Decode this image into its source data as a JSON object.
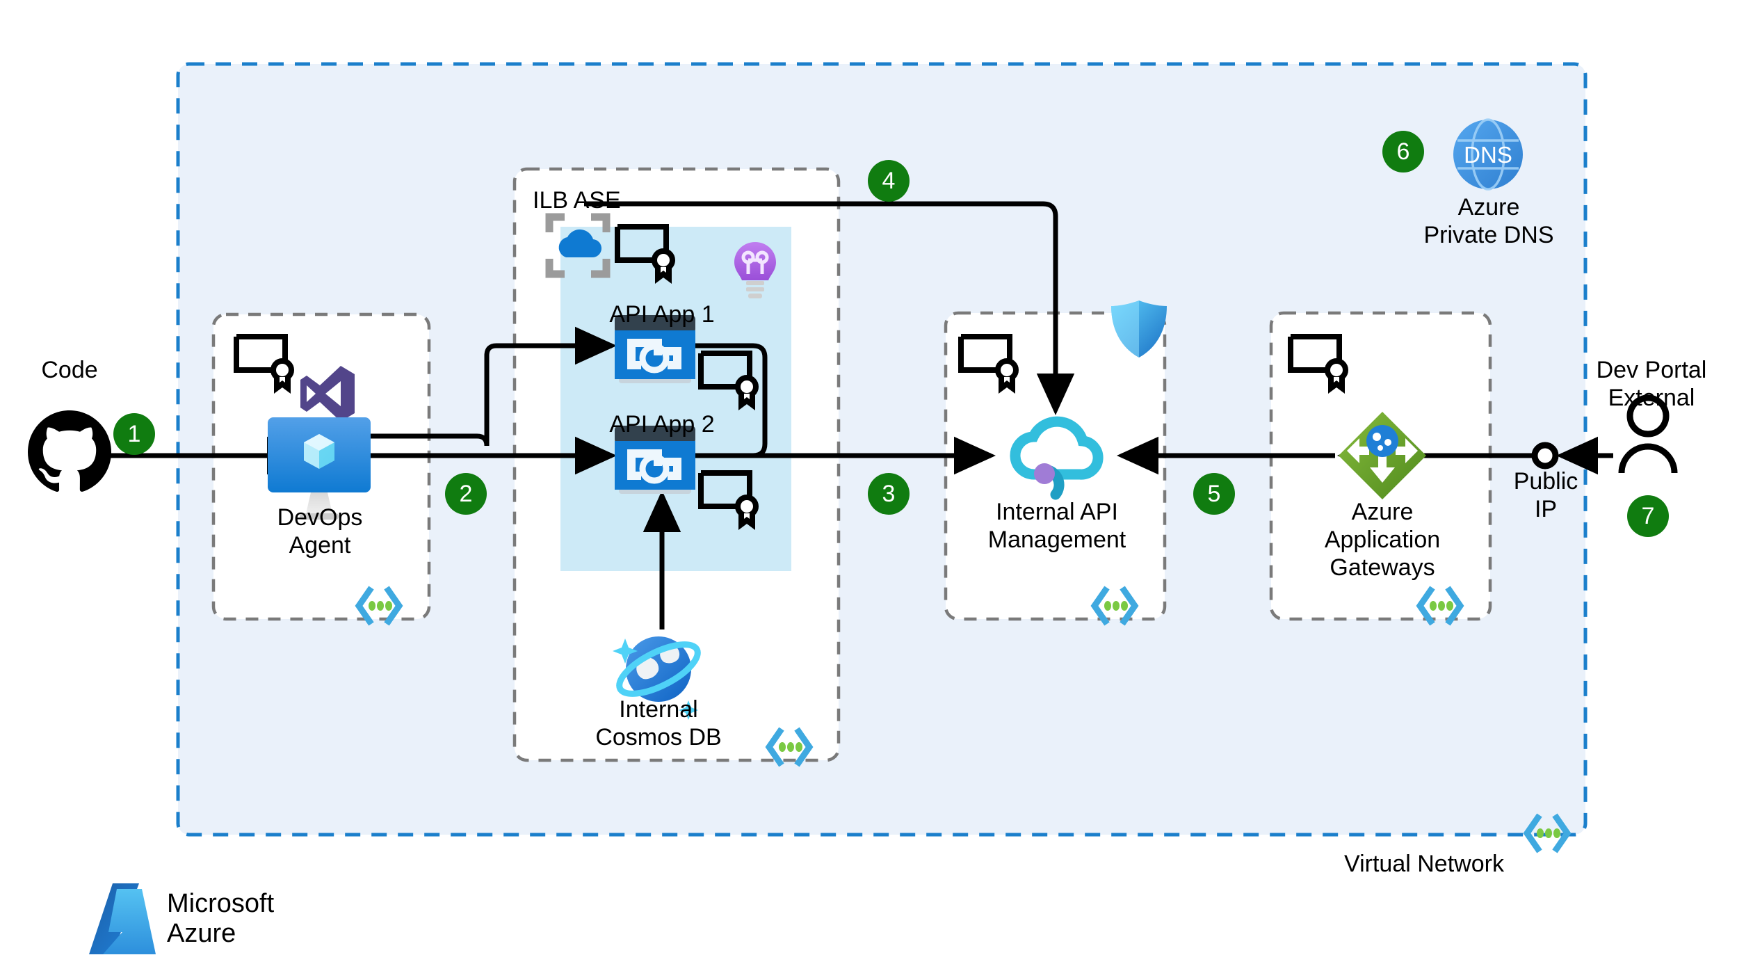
{
  "diagram": {
    "title": "Azure ILB ASE with internal API Management architecture",
    "brand": {
      "name": "Microsoft\nAzure",
      "logo_icon": "azure-logo-icon"
    },
    "colors": {
      "vnet_fill": "#eaf1fa",
      "vnet_border": "#1b7fcb",
      "subnet_border": "#7a7a7a",
      "ase_inner_fill": "#cdeaf7",
      "badge_green": "#107c10",
      "appgw_green": "#6aa22a",
      "apim_cyan": "#32bedd",
      "dns_blue": "#3b8fe0",
      "line_black": "#000000"
    }
  },
  "boundaries": {
    "vnet": {
      "label": "Virtual Network",
      "icon": "vnet-subnet-icon"
    },
    "ilb_ase": {
      "label": "ILB ASE",
      "icon": "app-service-environment-icon"
    }
  },
  "nodes": [
    {
      "id": "code",
      "label": "Code",
      "icon": "github-icon"
    },
    {
      "id": "devops",
      "label": "DevOps\nAgent",
      "icon": "virtual-machine-icon",
      "extra_icons": [
        "visual-studio-icon",
        "certificate-icon"
      ]
    },
    {
      "id": "api_app_1",
      "label": "API App 1",
      "icon": "api-app-icon",
      "extra_icons": [
        "certificate-icon"
      ]
    },
    {
      "id": "api_app_2",
      "label": "API App 2",
      "icon": "api-app-icon",
      "extra_icons": [
        "certificate-icon"
      ]
    },
    {
      "id": "cosmos",
      "label": "Internal\nCosmos DB",
      "icon": "cosmos-db-icon"
    },
    {
      "id": "apim",
      "label": "Internal API\nManagement",
      "icon": "api-management-icon",
      "extra_icons": [
        "shield-icon",
        "certificate-icon"
      ]
    },
    {
      "id": "appgw",
      "label": "Azure\nApplication\nGateways",
      "icon": "application-gateway-icon",
      "extra_icons": [
        "certificate-icon"
      ]
    },
    {
      "id": "dns",
      "label": "Azure\nPrivate DNS",
      "icon": "dns-globe-icon"
    },
    {
      "id": "public_ip",
      "label": "Public\nIP",
      "icon": "public-ip-node-icon"
    },
    {
      "id": "dev_portal",
      "label": "Dev Portal\nExternal",
      "icon": "user-icon"
    },
    {
      "id": "app_plan",
      "label": "",
      "icon": "app-service-plan-bulb-icon"
    }
  ],
  "step_badges": [
    {
      "n": "1",
      "near": "code-to-devops"
    },
    {
      "n": "2",
      "near": "devops-to-api-apps"
    },
    {
      "n": "3",
      "near": "api-apps-to-apim"
    },
    {
      "n": "4",
      "near": "ilb-ase-to-apim"
    },
    {
      "n": "5",
      "near": "appgw-to-apim"
    },
    {
      "n": "6",
      "near": "azure-private-dns"
    },
    {
      "n": "7",
      "near": "dev-portal-external"
    }
  ],
  "flows": [
    {
      "from": "code",
      "to": "devops",
      "step": "1"
    },
    {
      "from": "devops",
      "to": "api_app_1",
      "step": "2"
    },
    {
      "from": "devops",
      "to": "api_app_2",
      "step": "2"
    },
    {
      "from": "api_app_1",
      "to": "apim",
      "step": "3"
    },
    {
      "from": "api_app_2",
      "to": "apim",
      "step": "3"
    },
    {
      "from": "cosmos",
      "to": "api_app_2",
      "step": ""
    },
    {
      "from": "ilb_ase",
      "to": "apim",
      "step": "4"
    },
    {
      "from": "appgw",
      "to": "apim",
      "step": "5"
    },
    {
      "from": "public_ip",
      "to": "appgw",
      "step": "5"
    },
    {
      "from": "dev_portal",
      "to": "public_ip",
      "step": "7"
    }
  ]
}
